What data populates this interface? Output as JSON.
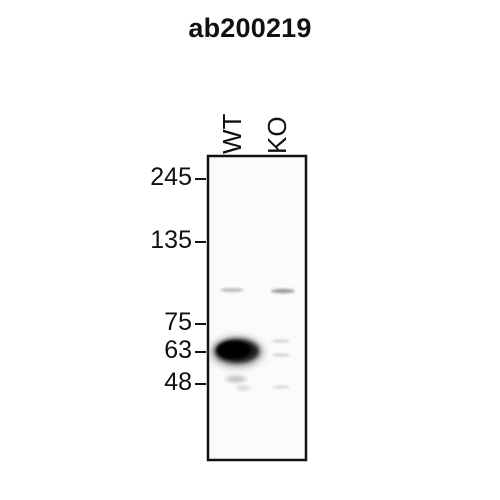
{
  "title": "ab200219",
  "lanes": [
    "WT",
    "KO"
  ],
  "markers": [
    "245",
    "135",
    "75",
    "63",
    "48"
  ]
}
